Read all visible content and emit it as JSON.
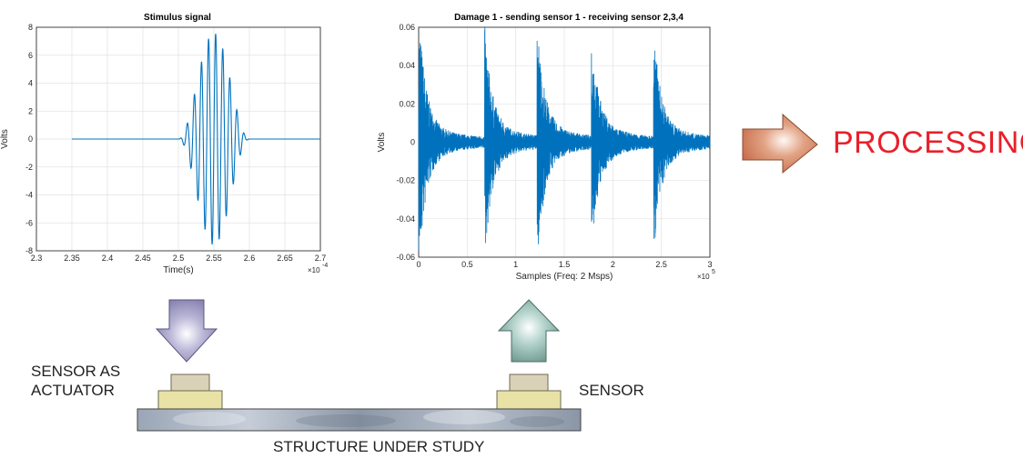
{
  "labels": {
    "processing": "PROCESSING",
    "actuator_line1": "SENSOR AS",
    "actuator_line2": "ACTUATOR",
    "sensor": "SENSOR",
    "structure": "STRUCTURE UNDER STUDY"
  },
  "colors": {
    "processing_text": "#e8202a",
    "signal_line": "#0072bd",
    "arrow_processing": "#d98b6a",
    "arrow_down": "#a8a4c8",
    "arrow_up": "#9ec0b8",
    "sensor_base": "#e8e2a6",
    "sensor_cap": "#d9d2b8"
  },
  "chart_data": [
    {
      "type": "line",
      "title": "Stimulus signal",
      "xlabel": "Time(s)",
      "ylabel": "Volts",
      "x_multiplier": "×10",
      "x_exponent": "-4",
      "xlim": [
        2.3,
        2.7
      ],
      "ylim": [
        -8,
        8
      ],
      "xticks": [
        "2.3",
        "2.35",
        "2.4",
        "2.45",
        "2.5",
        "2.55",
        "2.6",
        "2.65",
        "2.7"
      ],
      "yticks": [
        "8",
        "6",
        "4",
        "2",
        "0",
        "-2",
        "-4",
        "-6",
        "-8"
      ],
      "grid": true,
      "signal": {
        "start": 2.35,
        "end": 2.7,
        "burst_start": 2.5,
        "burst_end": 2.6,
        "peak": 7.6,
        "cycles": 10
      }
    },
    {
      "type": "line",
      "title": "Damage 1 - sending sensor 1 - receiving sensor 2,3,4",
      "xlabel": "Samples (Freq: 2 Msps)",
      "ylabel": "Volts",
      "x_multiplier": "×10",
      "x_exponent": "5",
      "xlim": [
        0,
        3
      ],
      "ylim": [
        -0.06,
        0.06
      ],
      "xticks": [
        "0",
        "0.5",
        "1",
        "1.5",
        "2",
        "2.5",
        "3"
      ],
      "yticks": [
        "0.06",
        "0.04",
        "0.02",
        "0",
        "-0.02",
        "-0.04",
        "-0.06"
      ],
      "grid": true,
      "bursts": [
        {
          "x": 0.0,
          "amp": 0.06
        },
        {
          "x": 0.68,
          "amp": 0.05
        },
        {
          "x": 1.22,
          "amp": 0.052
        },
        {
          "x": 1.78,
          "amp": 0.045
        },
        {
          "x": 2.42,
          "amp": 0.048
        }
      ]
    }
  ]
}
